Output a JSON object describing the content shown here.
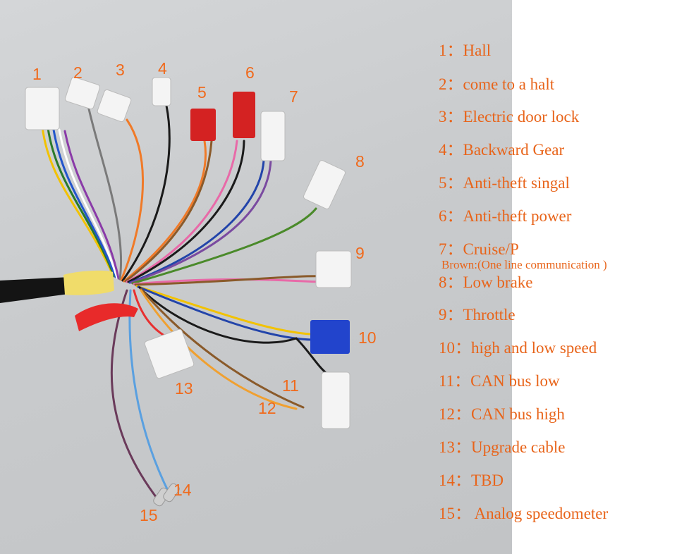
{
  "colors": {
    "label": "#f06a1c",
    "legend_text": "#e8641a",
    "background_photo": "#c9cbcd",
    "background_panel": "#ffffff"
  },
  "callouts": [
    "1",
    "2",
    "3",
    "4",
    "5",
    "6",
    "7",
    "8",
    "9",
    "10",
    "11",
    "12",
    "13",
    "14",
    "15"
  ],
  "legend": [
    "1：Hall",
    "2：come to a halt",
    "3：Electric door lock",
    "4：Backward Gear",
    "5：Anti-theft singal",
    "6：Anti-theft power",
    "7：Cruise/P",
    "8：Low brake",
    "9：Throttle",
    "10：high and low speed",
    "11：CAN bus low",
    "12：CAN bus high",
    "13：Upgrade cable",
    "14：TBD",
    "15：  Analog speedometer"
  ],
  "legend_note": "Brown:(One line  communication )"
}
